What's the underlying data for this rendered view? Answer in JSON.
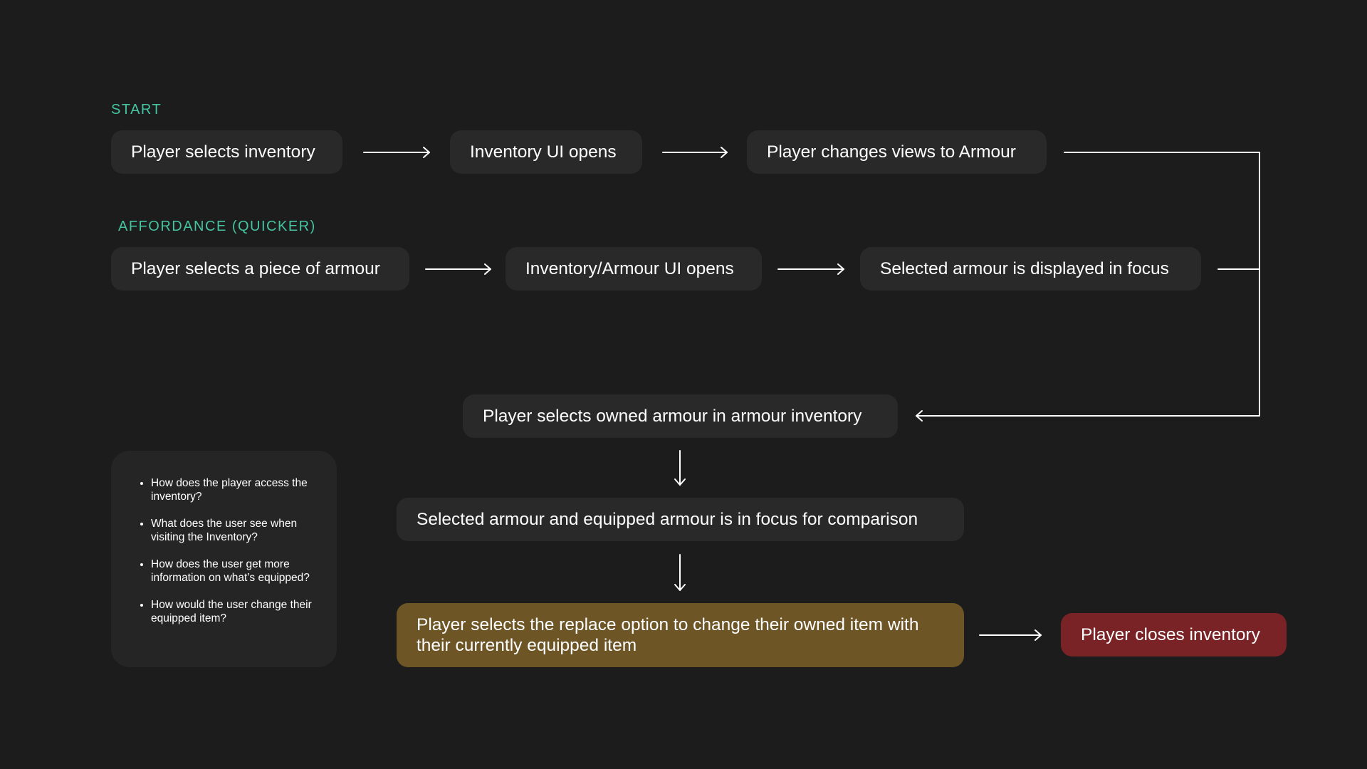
{
  "diagram": {
    "start_label": "START",
    "affordance_label": "AFFORDANCE (QUICKER)",
    "row1": [
      "Player selects inventory",
      "Inventory UI opens",
      "Player changes views to Armour"
    ],
    "row2": [
      "Player selects a piece of armour",
      "Inventory/Armour UI opens",
      "Selected armour is displayed in focus"
    ],
    "select_owned": "Player selects owned armour in armour inventory",
    "comparison": "Selected armour and equipped armour is in focus for comparison",
    "replace": "Player selects the replace option to change their owned item with their currently equipped item",
    "close": "Player closes inventory",
    "questions": [
      "How does the player access the inventory?",
      "What does the user see when visiting the Inventory?",
      "How does the user get more information on what’s equipped?",
      "How would the user change their equipped item?"
    ],
    "colors": {
      "background": "#1c1c1c",
      "node": "#292929",
      "label_accent": "#45c4a0",
      "replace_node": "#6e5526",
      "close_node": "#7a2326"
    }
  }
}
